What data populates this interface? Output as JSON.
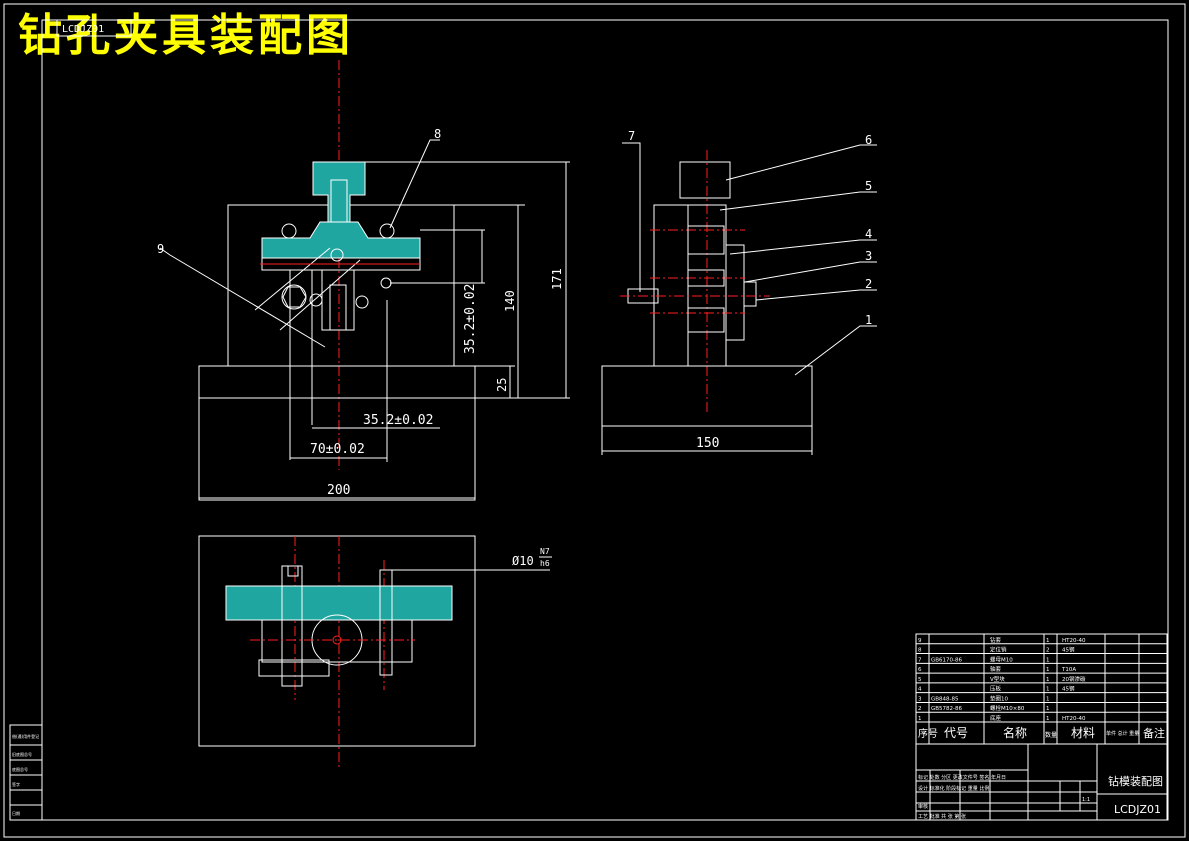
{
  "title": "钻孔夹具装配图",
  "corner_code": "LCDJZ01",
  "front_view": {
    "dim_35_h": "35.2±0.02",
    "dim_70": "70±0.02",
    "dim_200": "200",
    "dim_35_v": "35.2±0.02",
    "dim_140": "140",
    "dim_171": "171",
    "dim_25": "25",
    "balloon_8": "8",
    "balloon_9": "9"
  },
  "side_view": {
    "dim_150": "150",
    "balloons": [
      "7",
      "6",
      "5",
      "4",
      "3",
      "2",
      "1"
    ]
  },
  "plan_view": {
    "hole_dim": "Ø10",
    "fit_top": "N7",
    "fit_bottom": "h6"
  },
  "title_block": {
    "drawing_name": "钻模装配图",
    "drawing_no": "LCDJZ01",
    "scale": "1:1",
    "header": {
      "seq": "序号",
      "code": "代号",
      "name": "名称",
      "qty": "数量",
      "material": "材料",
      "weight": "单件 总计 重量",
      "remark": "备注"
    },
    "parts": [
      {
        "seq": "9",
        "code": "",
        "name": "钻套",
        "qty": "1",
        "material": "HT20-40"
      },
      {
        "seq": "8",
        "code": "",
        "name": "定位销",
        "qty": "2",
        "material": "45钢"
      },
      {
        "seq": "7",
        "code": "GB6170-86",
        "name": "螺母M10",
        "qty": "1",
        "material": ""
      },
      {
        "seq": "6",
        "code": "",
        "name": "轴套",
        "qty": "1",
        "material": "T10A"
      },
      {
        "seq": "5",
        "code": "",
        "name": "V型块",
        "qty": "1",
        "material": "20钢渗碳"
      },
      {
        "seq": "4",
        "code": "",
        "name": "压板",
        "qty": "1",
        "material": "45钢"
      },
      {
        "seq": "3",
        "code": "GB848-85",
        "name": "垫圈10",
        "qty": "1",
        "material": ""
      },
      {
        "seq": "2",
        "code": "GB5782-86",
        "name": "螺栓M10×80",
        "qty": "1",
        "material": ""
      },
      {
        "seq": "1",
        "code": "",
        "name": "底座",
        "qty": "1",
        "material": "HT20-40"
      }
    ],
    "sign_rows": [
      "标记 处数 分区 更改文件号 签名 年月日",
      "设计 标准化 阶段标记 重量 比例",
      "审核",
      "工艺 批准 共 张 第 张"
    ],
    "left_strip": [
      "借(通)用件登记",
      "旧底图总号",
      "底图总号",
      "签字",
      "日期"
    ]
  }
}
